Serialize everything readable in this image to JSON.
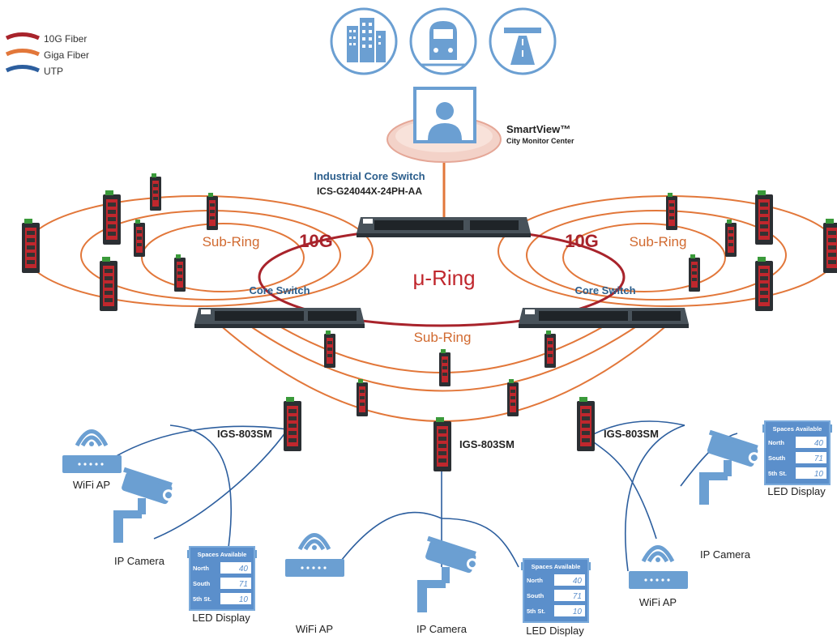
{
  "legend": [
    {
      "label": "10G Fiber",
      "color": "#a8232b"
    },
    {
      "label": "Giga Fiber",
      "color": "#e2773a"
    },
    {
      "label": "UTP",
      "color": "#2c5e9e"
    }
  ],
  "top_icons": [
    "building-icon",
    "train-icon",
    "highway-icon"
  ],
  "monitor_center": {
    "title": "SmartView™",
    "subtitle": "City Monitor Center"
  },
  "core": {
    "title": "Industrial Core Switch",
    "model": "ICS-G24044X-24PH-AA"
  },
  "core_switch_label": "Core Switch",
  "ring_label": "μ-Ring",
  "speed_label": "10G",
  "sub_ring_label": "Sub-Ring",
  "edge_switch_label": "IGS-803SM",
  "device_labels": {
    "wifi_ap": "WiFi AP",
    "ip_camera": "IP Camera",
    "led_display": "LED Display"
  },
  "led_panel": {
    "header": "Spaces Available",
    "rows": [
      {
        "name": "North",
        "value": "40"
      },
      {
        "name": "South",
        "value": "71"
      },
      {
        "name": "5th St.",
        "value": "10"
      }
    ]
  },
  "colors": {
    "ring_10g": "#a8232b",
    "ring_giga": "#e2773a",
    "utp": "#2c5e9e",
    "icon_blue": "#6b9fd2",
    "switch_dark": "#39424a",
    "device_red": "#c0272d"
  }
}
